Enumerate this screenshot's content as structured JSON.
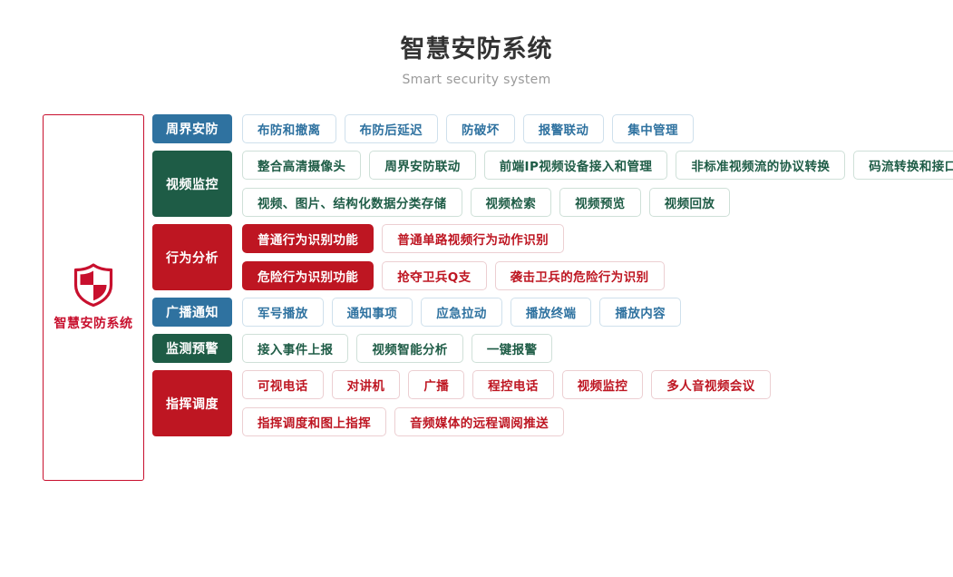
{
  "header": {
    "title": "智慧安防系统",
    "subtitle": "Smart security system"
  },
  "brand": {
    "icon": "shield-icon",
    "label": "智慧安防系统",
    "color": "#c8102e"
  },
  "colors": {
    "blue": "#2f72a0",
    "green": "#1e5c46",
    "red": "#be1622",
    "title": "#333333",
    "subtitle": "#9a9a9a"
  },
  "rows": [
    {
      "category": "周界安防",
      "color": "blue",
      "lines": [
        [
          {
            "label": "布防和撤离",
            "style": "outline"
          },
          {
            "label": "布防后延迟",
            "style": "outline"
          },
          {
            "label": "防破坏",
            "style": "outline"
          },
          {
            "label": "报警联动",
            "style": "outline"
          },
          {
            "label": "集中管理",
            "style": "outline"
          }
        ]
      ]
    },
    {
      "category": "视频监控",
      "color": "green",
      "lines": [
        [
          {
            "label": "整合高清摄像头",
            "style": "outline"
          },
          {
            "label": "周界安防联动",
            "style": "outline"
          },
          {
            "label": "前端IP视频设备接入和管理",
            "style": "outline"
          },
          {
            "label": "非标准视频流的协议转换",
            "style": "outline"
          },
          {
            "label": "码流转换和接口转换",
            "style": "outline"
          }
        ],
        [
          {
            "label": "视频、图片、结构化数据分类存储",
            "style": "outline"
          },
          {
            "label": "视频检索",
            "style": "outline"
          },
          {
            "label": "视频预览",
            "style": "outline"
          },
          {
            "label": "视频回放",
            "style": "outline"
          }
        ]
      ]
    },
    {
      "category": "行为分析",
      "color": "red",
      "lines": [
        [
          {
            "label": "普通行为识别功能",
            "style": "solid"
          },
          {
            "label": "普通单路视频行为动作识别",
            "style": "outline"
          }
        ],
        [
          {
            "label": "危险行为识别功能",
            "style": "solid"
          },
          {
            "label": "抢夺卫兵Q支",
            "style": "outline"
          },
          {
            "label": "袭击卫兵的危险行为识别",
            "style": "outline"
          }
        ]
      ]
    },
    {
      "category": "广播通知",
      "color": "blue",
      "lines": [
        [
          {
            "label": "军号播放",
            "style": "outline"
          },
          {
            "label": "通知事项",
            "style": "outline"
          },
          {
            "label": "应急拉动",
            "style": "outline"
          },
          {
            "label": "播放终端",
            "style": "outline"
          },
          {
            "label": "播放内容",
            "style": "outline"
          }
        ]
      ]
    },
    {
      "category": "监测预警",
      "color": "green",
      "lines": [
        [
          {
            "label": "接入事件上报",
            "style": "outline"
          },
          {
            "label": "视频智能分析",
            "style": "outline"
          },
          {
            "label": "一键报警",
            "style": "outline"
          }
        ]
      ]
    },
    {
      "category": "指挥调度",
      "color": "red",
      "lines": [
        [
          {
            "label": "可视电话",
            "style": "outline"
          },
          {
            "label": "对讲机",
            "style": "outline"
          },
          {
            "label": "广播",
            "style": "outline"
          },
          {
            "label": "程控电话",
            "style": "outline"
          },
          {
            "label": "视频监控",
            "style": "outline"
          },
          {
            "label": "多人音视频会议",
            "style": "outline"
          }
        ],
        [
          {
            "label": "指挥调度和图上指挥",
            "style": "outline"
          },
          {
            "label": "音频媒体的远程调阅推送",
            "style": "outline"
          }
        ]
      ]
    }
  ]
}
